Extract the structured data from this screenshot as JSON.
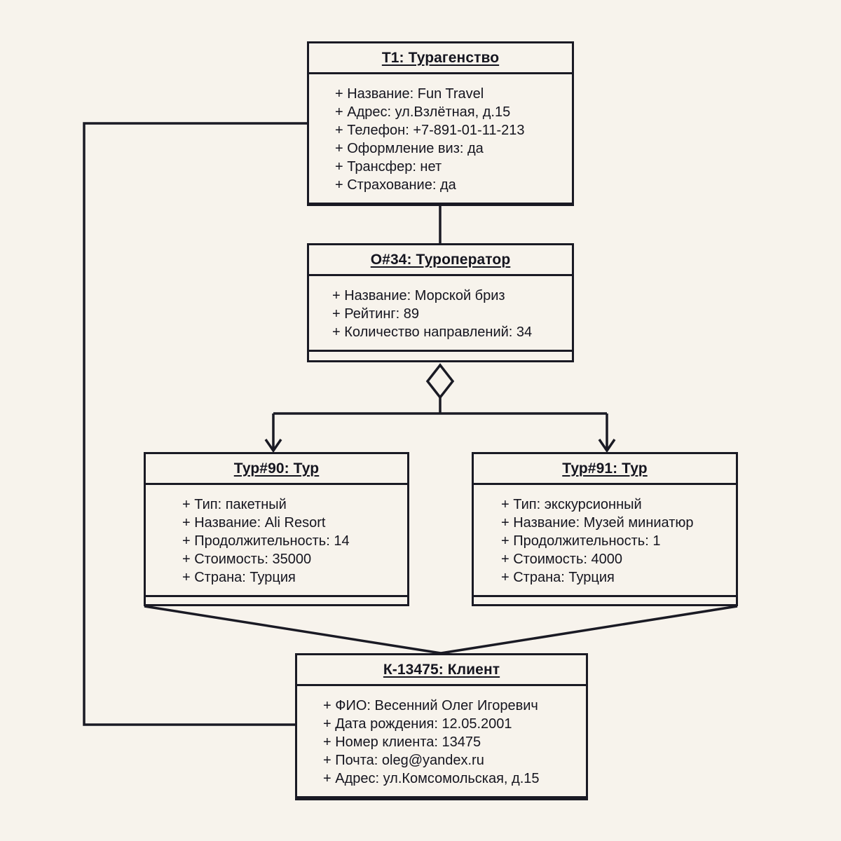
{
  "diagram": {
    "type": "uml-object-diagram",
    "background_color": "#F7F3EC",
    "line_color": "#1A1A24",
    "text_color": "#15151F"
  },
  "objects": [
    {
      "id": "agency",
      "title": "T1: Турагенство",
      "attributes": [
        "+ Название: Fun Travel",
        "+ Адрес: ул.Взлётная, д.15",
        "+ Телефон: +7-891-01-11-213",
        "+ Оформление виз: да",
        "+ Трансфер: нет",
        "+ Страхование: да"
      ]
    },
    {
      "id": "operator",
      "title": "O#34: Туроператор",
      "attributes": [
        "+ Название: Морской бриз",
        "+ Рейтинг: 89",
        "+ Количество направлений: 34"
      ]
    },
    {
      "id": "tour90",
      "title": "Тур#90: Тур",
      "attributes": [
        "+ Тип: пакетный",
        "+ Название: Ali Resort",
        "+ Продолжительность: 14",
        "+ Стоимость: 35000",
        "+ Страна: Турция"
      ]
    },
    {
      "id": "tour91",
      "title": "Тур#91: Тур",
      "attributes": [
        "+ Тип: экскурсионный",
        "+ Название: Музей миниатюр",
        "+ Продолжительность: 1",
        "+ Стоимость: 4000",
        "+ Страна: Турция"
      ]
    },
    {
      "id": "client",
      "title": "К-13475: Клиент",
      "attributes": [
        "+ ФИО: Весенний Олег Игоревич",
        "+ Дата рождения: 12.05.2001",
        "+ Номер клиента: 13475",
        "+ Почта: oleg@yandex.ru",
        "+ Адрес: ул.Комсомольская, д.15"
      ]
    }
  ],
  "links": [
    {
      "name": "agency-to-operator",
      "kind": "association",
      "from": "agency",
      "to": "operator"
    },
    {
      "name": "operator-to-tour90",
      "kind": "aggregation-arrow",
      "from": "operator",
      "to": "tour90"
    },
    {
      "name": "operator-to-tour91",
      "kind": "aggregation-arrow",
      "from": "operator",
      "to": "tour91"
    },
    {
      "name": "tour90-to-client",
      "kind": "association",
      "from": "tour90",
      "to": "client"
    },
    {
      "name": "tour91-to-client",
      "kind": "association",
      "from": "tour91",
      "to": "client"
    },
    {
      "name": "agency-to-client",
      "kind": "association",
      "from": "agency",
      "to": "client"
    }
  ]
}
